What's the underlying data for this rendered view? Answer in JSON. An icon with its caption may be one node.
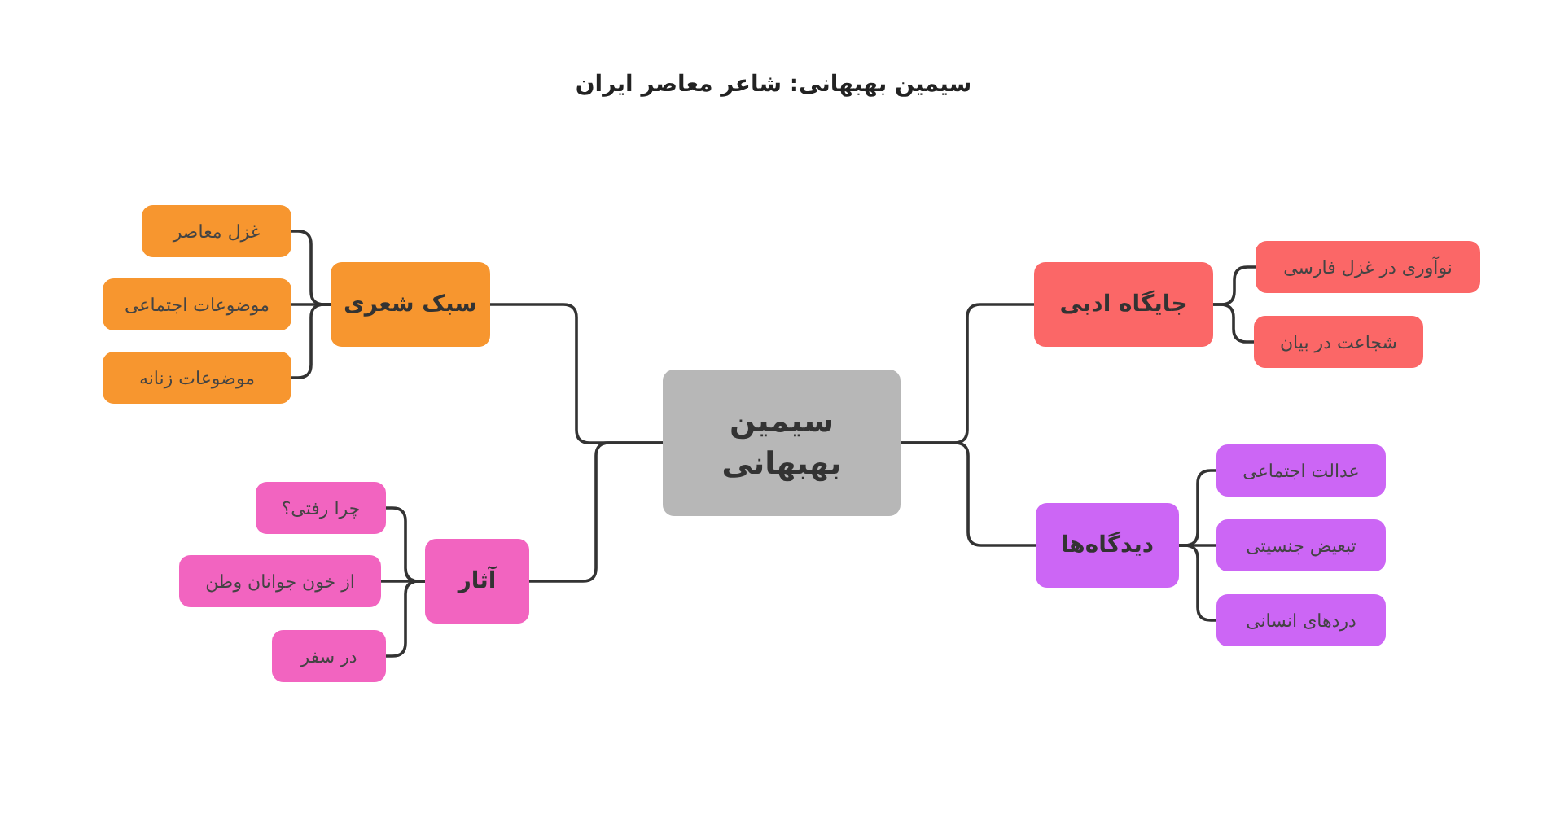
{
  "diagram": {
    "title": "سیمین بهبهانی: شاعر معاصر ایران",
    "nodes": [
      {
        "text": [
          "سیمین بهبهانی"
        ]
      },
      {
        "text": [
          "سبک شعری"
        ]
      },
      {
        "text": [
          "غزل معاصر"
        ]
      },
      {
        "text": [
          "موضوعات اجتماعی"
        ]
      },
      {
        "text": [
          "موضوعات زنانه"
        ]
      },
      {
        "text": [
          "آثار"
        ]
      },
      {
        "text": [
          "چرا رفتی؟"
        ]
      },
      {
        "text": [
          "از خون جوانان وطن"
        ]
      },
      {
        "text": [
          "در سفر"
        ]
      },
      {
        "text": [
          "جایگاه ادبی"
        ]
      },
      {
        "text": [
          "نوآوری در غزل فارسی"
        ]
      },
      {
        "text": [
          "شجاعت در بیان"
        ]
      },
      {
        "text": [
          "دیدگاه‌ها"
        ]
      },
      {
        "text": [
          "عدالت اجتماعی"
        ]
      },
      {
        "text": [
          "تبعیض جنسیتی"
        ]
      },
      {
        "text": [
          "دردهای انسانی"
        ]
      }
    ],
    "edges": [
      {
        "from": 0,
        "to": 1,
        "arrow": "none"
      },
      {
        "from": 0,
        "to": 5,
        "arrow": "none"
      },
      {
        "from": 0,
        "to": 9,
        "arrow": "none"
      },
      {
        "from": 0,
        "to": 12,
        "arrow": "none"
      },
      {
        "from": 1,
        "to": 2,
        "arrow": "none"
      },
      {
        "from": 1,
        "to": 3,
        "arrow": "none"
      },
      {
        "from": 1,
        "to": 4,
        "arrow": "none"
      },
      {
        "from": 5,
        "to": 6,
        "arrow": "none"
      },
      {
        "from": 5,
        "to": 7,
        "arrow": "none"
      },
      {
        "from": 5,
        "to": 8,
        "arrow": "none"
      },
      {
        "from": 9,
        "to": 10,
        "arrow": "none"
      },
      {
        "from": 9,
        "to": 11,
        "arrow": "none"
      },
      {
        "from": 12,
        "to": 13,
        "arrow": "none"
      },
      {
        "from": 12,
        "to": 14,
        "arrow": "none"
      },
      {
        "from": 12,
        "to": 15,
        "arrow": "none"
      }
    ]
  }
}
